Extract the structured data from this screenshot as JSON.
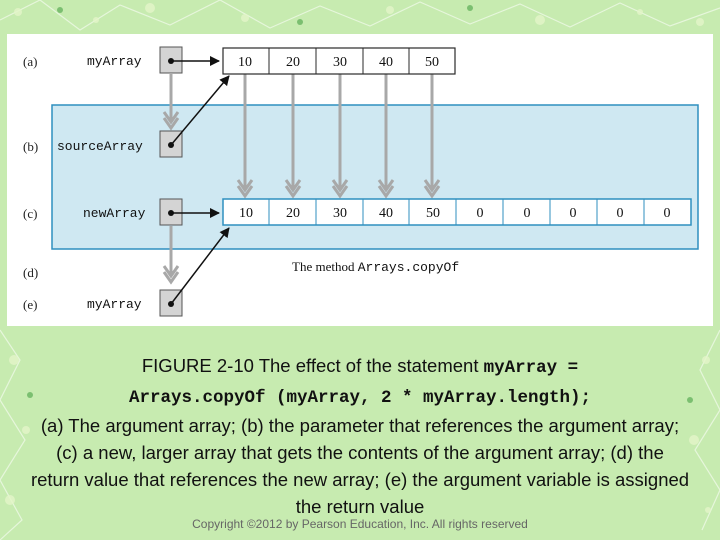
{
  "diagram": {
    "rows": [
      {
        "tag": "(a)",
        "variable": "myArray"
      },
      {
        "tag": "(b)",
        "variable": "sourceArray"
      },
      {
        "tag": "(c)",
        "variable": "newArray"
      },
      {
        "tag": "(d)",
        "variable": ""
      },
      {
        "tag": "(e)",
        "variable": "myArray"
      }
    ],
    "original_array": [
      "10",
      "20",
      "30",
      "40",
      "50"
    ],
    "new_array": [
      "10",
      "20",
      "30",
      "40",
      "50",
      "0",
      "0",
      "0",
      "0",
      "0"
    ],
    "method_note_prefix": "The method ",
    "method_note_code": "Arrays.copyOf"
  },
  "caption": {
    "part1": "FIGURE 2-10 The effect of the statement ",
    "code1": "myArray =",
    "code2": "Arrays.copyOf (myArray, 2 * myArray.length);",
    "part2": "(a) The argument array; (b) the parameter that references the argument array; (c) a new, larger array that gets the contents of the argument array; (d) the return value that references the new array; (e) the argument variable is assigned the return value"
  },
  "copyright": "Copyright ©2012 by Pearson Education, Inc. All rights reserved",
  "colors": {
    "slide_background": "#c7ebb0",
    "method_box_fill": "#cfe8f2",
    "method_box_border": "#2f8fbf",
    "arrow_gray": "#a8a8a8"
  }
}
